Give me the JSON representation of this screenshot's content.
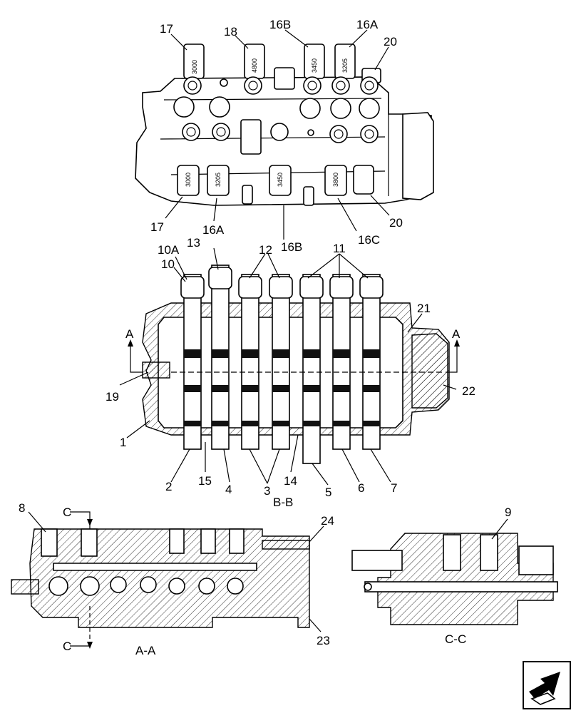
{
  "callouts": {
    "c17t": "17",
    "c18": "18",
    "c16Bt": "16B",
    "c16At": "16A",
    "c20t": "20",
    "c17b": "17",
    "c16Ab": "16A",
    "c16Bb": "16B",
    "c16C": "16C",
    "c20b": "20",
    "c10A": "10A",
    "c13": "13",
    "c12": "12",
    "c11": "11",
    "c10": "10",
    "c21": "21",
    "cAl": "A",
    "cAr": "A",
    "c19": "19",
    "c22": "22",
    "c1": "1",
    "c2": "2",
    "c15": "15",
    "c4": "4",
    "c3": "3",
    "c14": "14",
    "c5": "5",
    "c6": "6",
    "c7": "7",
    "c8": "8",
    "c9": "9",
    "c24": "24",
    "c23": "23",
    "cCt": "C",
    "cCb": "C"
  },
  "sections": {
    "bb": "B-B",
    "aa": "A-A",
    "cc": "C-C"
  },
  "stamps": {
    "top": [
      "3000",
      "4800",
      "3450",
      "3205"
    ],
    "bottom": [
      "3000",
      "3205",
      "3450",
      "3800"
    ]
  }
}
